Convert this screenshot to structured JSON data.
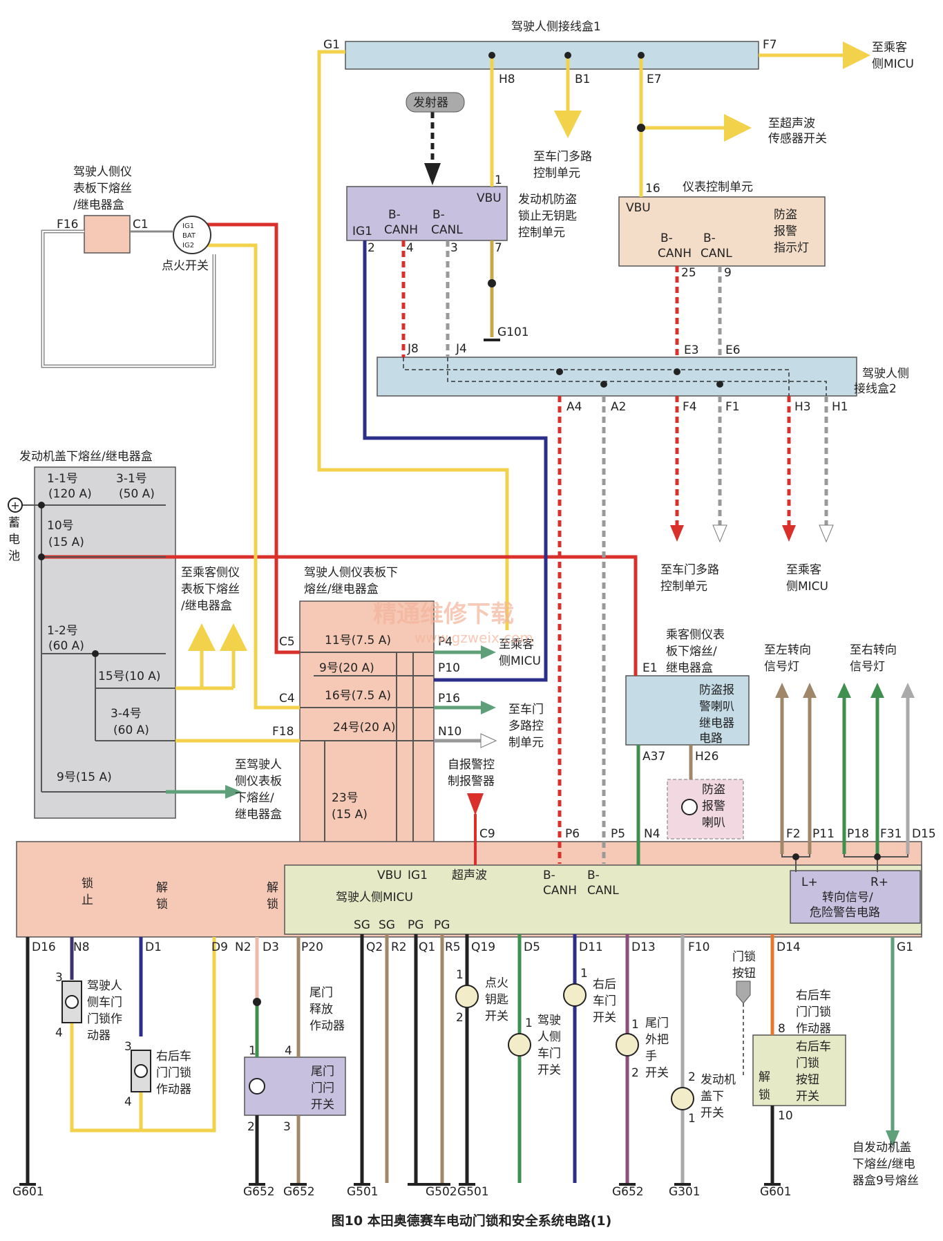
{
  "caption": "图10 本田奥德赛车电动门锁和安全系统电路(1)",
  "watermark": {
    "line1": "精通维修下载",
    "line2": "www.gzweix.com"
  },
  "colors": {
    "red": "#d9302c",
    "yellow": "#f2d24b",
    "blue": "#2c2f8a",
    "green": "#3f8f4f",
    "grey": "#9a9a9a",
    "tan": "#a0876a",
    "pink": "#f0b8a8",
    "orange": "#e5782e",
    "black": "#222222",
    "box_pink": "#f6c9b6",
    "box_blue": "#c5dbe6",
    "box_gray": "#d6d6d9",
    "box_purple": "#c7c1df",
    "box_green": "#e5e9c6",
    "box_beige": "#f3ddc9"
  },
  "jb1": {
    "title": "驾驶人侧接线盒1",
    "pins": {
      "G1": "G1",
      "F7": "F7",
      "H8": "H8",
      "B1": "B1",
      "E7": "E7"
    }
  },
  "jb2": {
    "title1": "驾驶人侧",
    "title2": "接线盒2",
    "pins": {
      "J8": "J8",
      "J4": "J4",
      "E3": "E3",
      "E6": "E6",
      "A4": "A4",
      "A2": "A2",
      "F4": "F4",
      "F1": "F1",
      "H3": "H3",
      "H1": "H1"
    }
  },
  "to_passenger_micu_top": {
    "l1": "至乘客",
    "l2": "侧MICU"
  },
  "to_door_mux_top": {
    "l1": "至车门多路",
    "l2": "控制单元"
  },
  "to_ultrasonic": {
    "l1": "至超声波",
    "l2": "传感器开关"
  },
  "transmitter": "发射器",
  "immobilizer": {
    "l1": "发动机防盗",
    "l2": "锁止无钥匙",
    "l3": "控制单元",
    "vbu": "VBU",
    "ig1": "IG1",
    "canh1": "B-",
    "canh2": "CANH",
    "canl1": "B-",
    "canl2": "CANL",
    "p1": "1",
    "p2": "2",
    "p4": "4",
    "p3": "3",
    "p7": "7",
    "ground": "G101"
  },
  "meter": {
    "title": "仪表控制单元",
    "pin16": "16",
    "vbu": "VBU",
    "canh1": "B-",
    "canh2": "CANH",
    "canl1": "B-",
    "canl2": "CANL",
    "lamp1": "防盗",
    "lamp2": "报警",
    "lamp3": "指示灯",
    "p25": "25",
    "p9": "9"
  },
  "dash_fuse_small": {
    "l1": "驾驶人侧仪",
    "l2": "表板下熔丝",
    "l3": "/继电器盒",
    "f16": "F16",
    "c1": "C1"
  },
  "ign_switch": {
    "label": "点火开关",
    "ig1": "IG1",
    "bat": "BAT",
    "ig2": "IG2"
  },
  "to_door_mux_right": {
    "l1": "至车门多路",
    "l2": "控制单元"
  },
  "to_passenger_micu_right": {
    "l1": "至乘客",
    "l2": "侧MICU"
  },
  "underhood": {
    "title": "发动机盖下熔丝/继电器盒",
    "battery1": "蓄",
    "battery2": "电",
    "battery3": "池",
    "f11": "1-1号",
    "f11a": "(120 A)",
    "f31": "3-1号",
    "f31a": "(50 A)",
    "f10": "10号",
    "f10a": "(15 A)",
    "f12": "1-2号",
    "f12a": "(60 A)",
    "f15": "15号(10 A)",
    "f34": "3-4号",
    "f34a": "(60 A)",
    "f9": "9号(15 A)"
  },
  "to_pass_dash_fuse": {
    "l1": "至乘客侧仪",
    "l2": "表板下熔丝",
    "l3": "/继电器盒"
  },
  "to_drv_dash_fuse": {
    "l1": "至驾驶人",
    "l2": "侧仪表板",
    "l3": "下熔丝/",
    "l4": "继电器盒"
  },
  "dash_fuse_big": {
    "l1": "驾驶人侧仪表板下",
    "l2": "熔丝/继电器盒",
    "c5": "C5",
    "c4": "C4",
    "f18": "F18",
    "f11": "11号(7.5 A)",
    "f9": "9号(20 A)",
    "f16": "16号(7.5 A)",
    "f24": "24号(20 A)",
    "f23": "23号",
    "f23a": "(15 A)",
    "p4": "P4",
    "p10": "P10",
    "p16": "P16",
    "n10": "N10"
  },
  "to_passenger_micu_mid": {
    "l1": "至乘客",
    "l2": "侧MICU"
  },
  "to_door_mux_mid": {
    "l1": "至车门",
    "l2": "多路控",
    "l3": "制单元"
  },
  "alarm_ctrl": {
    "l1": "自报警控",
    "l2": "制报警器"
  },
  "pass_fuse": {
    "l1": "乘客侧仪表",
    "l2": "板下熔丝/",
    "l3": "继电器盒",
    "e1": "E1",
    "r1": "防盗报",
    "r2": "警喇叭",
    "r3": "继电器",
    "r4": "电路",
    "a37": "A37",
    "h26": "H26"
  },
  "horn": {
    "l1": "防盗",
    "l2": "报警",
    "l3": "喇叭"
  },
  "turn_left": {
    "l1": "至左转向",
    "l2": "信号灯"
  },
  "turn_right": {
    "l1": "至右转向",
    "l2": "信号灯"
  },
  "micu_pins_top": {
    "c9": "C9",
    "p6": "P6",
    "p5": "P5",
    "n4": "N4",
    "f2": "F2",
    "p11": "P11",
    "p18": "P18",
    "f31": "F31",
    "d15": "D15"
  },
  "micu": {
    "title": "驾驶人侧MICU",
    "lock1": "锁",
    "lock2": "止",
    "unlock1": "解",
    "unlock2": "锁",
    "unlock3": "解",
    "unlock4": "锁",
    "vbu": "VBU",
    "ig1": "IG1",
    "ultra": "超声波",
    "canh1": "B-",
    "canh2": "CANH",
    "canl1": "B-",
    "canl2": "CANL",
    "sg1": "SG",
    "sg2": "SG",
    "pg1": "PG",
    "pg2": "PG",
    "turn_l": "L+",
    "turn_r": "R+",
    "turn1": "转向信号/",
    "turn2": "危险警告电路"
  },
  "bottom_pins": {
    "d16": "D16",
    "n8": "N8",
    "d1": "D1",
    "d9": "D9",
    "n2": "N2",
    "d3": "D3",
    "p20": "P20",
    "q2": "Q2",
    "r2": "R2",
    "q1": "Q1",
    "r5": "R5",
    "q19": "Q19",
    "d5": "D5",
    "d11": "D11",
    "d13": "D13",
    "f10": "F10",
    "d14": "D14",
    "g1": "G1"
  },
  "components": {
    "drv_actuator": {
      "l1": "驾驶人",
      "l2": "侧车门",
      "l3": "门锁作",
      "l4": "动器",
      "p3": "3",
      "p4": "4"
    },
    "rr_actuator": {
      "l1": "右后车",
      "l2": "门门锁",
      "l3": "作动器",
      "p3": "3",
      "p4": "4"
    },
    "tail_release": {
      "l1": "尾门",
      "l2": "释放",
      "l3": "作动器",
      "p1": "1",
      "p4": "4",
      "p2": "2",
      "p3": "3"
    },
    "tail_latch": {
      "l1": "尾门",
      "l2": "门闩",
      "l3": "开关"
    },
    "ign_key": {
      "l1": "点火",
      "l2": "钥匙",
      "l3": "开关",
      "p1": "1",
      "p2": "2"
    },
    "drv_door": {
      "l1": "驾驶",
      "l2": "人侧",
      "l3": "车门",
      "l4": "开关",
      "p1": "1"
    },
    "rr_door": {
      "l1": "右后",
      "l2": "车门",
      "l3": "开关",
      "p1": "1"
    },
    "tail_handle": {
      "l1": "尾门",
      "l2": "外把",
      "l3": "手",
      "l4": "开关",
      "p1": "1",
      "p2": "2"
    },
    "hood": {
      "l1": "发动机",
      "l2": "盖下",
      "l3": "开关",
      "p1": "1",
      "p2": "2"
    },
    "lock_button": {
      "l1": "门锁",
      "l2": "按钮"
    },
    "rr_button": {
      "l1": "右后车",
      "l2": "门锁",
      "l3": "按钮",
      "l4": "开关",
      "side1": "解",
      "side2": "锁",
      "p8": "8",
      "p10": "10",
      "top1": "右后车",
      "top2": "门门锁",
      "top3": "作动器"
    },
    "from_fuse9": {
      "l1": "自发动机盖",
      "l2": "下熔丝/继电",
      "l3": "器盒9号熔丝"
    }
  },
  "grounds": {
    "g601a": "G601",
    "g652a": "G652",
    "g652b": "G652",
    "g501a": "G501",
    "g502": "G502",
    "g501b": "G501",
    "g652c": "G652",
    "g301": "G301",
    "g601b": "G601"
  }
}
